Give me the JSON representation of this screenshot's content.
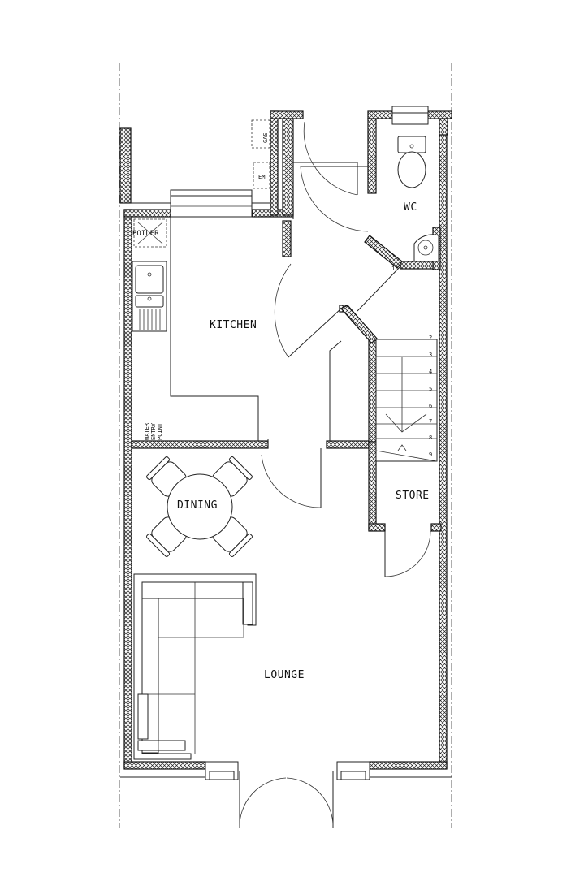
{
  "rooms": {
    "kitchen": "KITCHEN",
    "wc": "WC",
    "dining": "DINING",
    "store": "STORE",
    "lounge": "LOUNGE"
  },
  "annotations": {
    "boiler": "BOILER",
    "gas": "GAS",
    "em": "EM",
    "water_1": "WATER",
    "water_2": "ENTRY",
    "water_3": "POINT"
  },
  "stairs": {
    "steps": [
      "1",
      "2",
      "3",
      "4",
      "5",
      "6",
      "7",
      "8",
      "9"
    ]
  }
}
